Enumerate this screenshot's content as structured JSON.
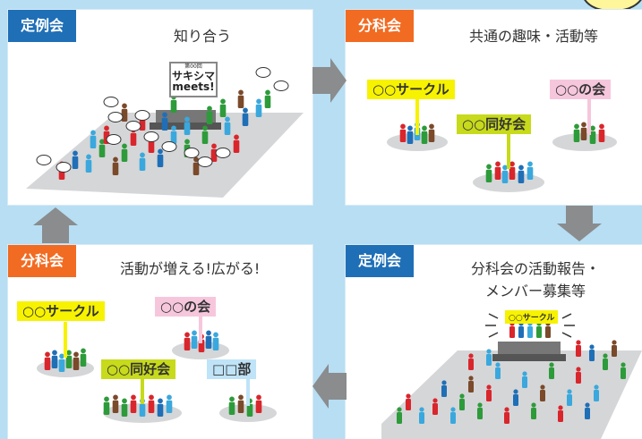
{
  "panels": {
    "top_left": {
      "tag": "定例会",
      "title": "知り合う",
      "board_small": "第00回",
      "board_line1": "サキシマ",
      "board_line2": "meets!"
    },
    "top_right": {
      "tag": "分科会",
      "title": "共通の趣味・活動等",
      "signs": [
        "○○サークル",
        "○○同好会",
        "○○の会"
      ]
    },
    "bottom_left": {
      "tag": "分科会",
      "title": "活動が増える!広がる!",
      "signs": [
        "○○サークル",
        "○○の会",
        "○○同好会",
        "□□部"
      ]
    },
    "bottom_right": {
      "tag": "定例会",
      "title_line1": "分科会の活動報告・",
      "title_line2": "メンバー募集等",
      "stage_sign": "○○サークル"
    }
  },
  "colors": {
    "background": "#b7def3",
    "blue_tag": "#1f6fb7",
    "orange_tag": "#f26b22",
    "arrow": "#8a8c8e",
    "floor": "#d5d6d8",
    "yellow": "#f7f200",
    "lime": "#c7da1b",
    "pink": "#f6c7dc",
    "sky": "#bfe3f7"
  }
}
